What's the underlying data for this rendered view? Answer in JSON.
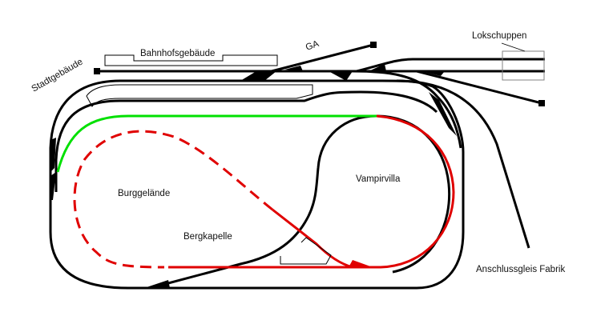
{
  "title": "Gleisplan",
  "labels": {
    "stadtgebaeude": "Stadtgebäude",
    "bahnhofsgebaeude": "Bahnhofsgebäude",
    "ga": "GA",
    "lokschuppen": "Lokschuppen",
    "vampirvilla": "Vampirvilla",
    "burggelaende": "Burggelände",
    "bergkapelle": "Bergkapelle",
    "anschlussgleis": "Anschlussgleis Fabrik"
  },
  "colors": {
    "track": "#000000",
    "green_track": "#00e000",
    "red_track": "#e00000",
    "building": "#000000",
    "lokschuppen_box": "#808080"
  }
}
